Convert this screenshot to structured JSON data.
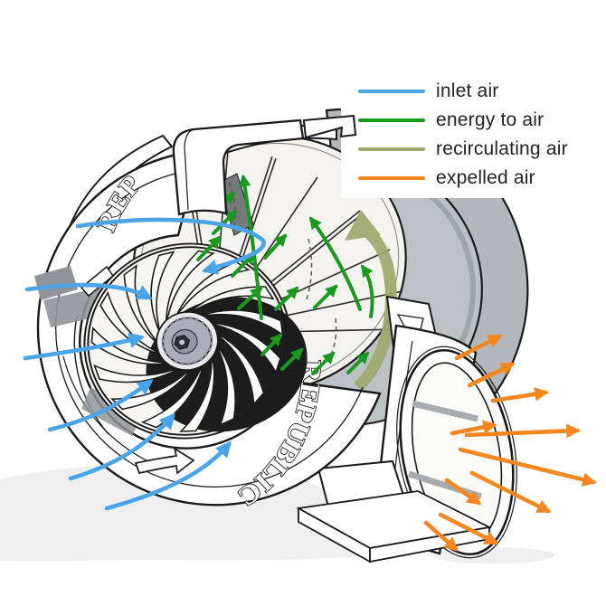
{
  "legend": {
    "items": [
      {
        "id": "inlet-air",
        "label": "inlet air",
        "color": "#49a4e8"
      },
      {
        "id": "energy-to-air",
        "label": "energy to air",
        "color": "#189a1e"
      },
      {
        "id": "recirculating-air",
        "label": "recirculating air",
        "color": "#a0a96d"
      },
      {
        "id": "expelled-air",
        "label": "expelled air",
        "color": "#f6871e"
      }
    ]
  },
  "diagram": {
    "brand_text_top": "REP",
    "brand_text_bottom": "REPUBLIC",
    "colors": {
      "outline": "#1a1a1a",
      "rear_housing_gray": "#b2b8bb",
      "chamber_fill": "#f4f3ef",
      "hub_gray": "#abadba",
      "shadow": "#efefef"
    }
  }
}
